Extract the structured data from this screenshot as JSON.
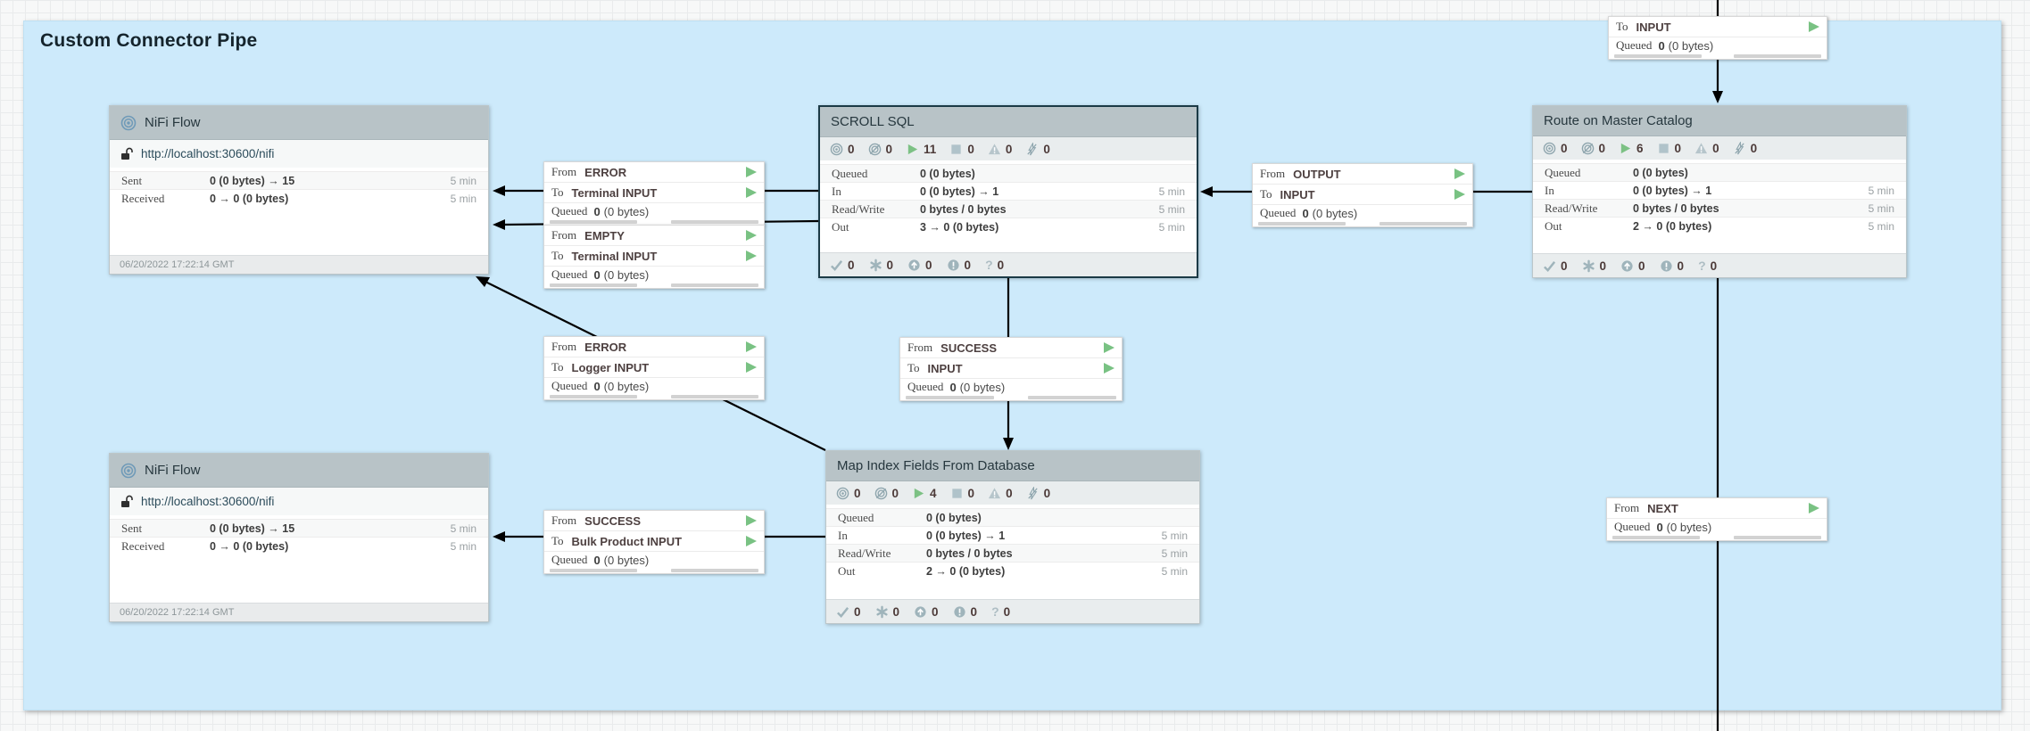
{
  "canvas_label": {
    "title": "Custom Connector Pipe"
  },
  "ui_text": {
    "from": "From",
    "to": "To",
    "queued": "Queued"
  },
  "icons": {
    "question_glyph": "?"
  },
  "colors": {
    "label_fill": "#cdeafb",
    "group_header": "#b8c3c7",
    "selected_border": "#1b3a46",
    "running_green": "#7cc184",
    "relationship_arrow_green": "#79c283",
    "wire_black": "#000000"
  },
  "remote_groups": [
    {
      "name": "NiFi Flow",
      "url": "http://localhost:30600/nifi",
      "stats": [
        {
          "label": "Sent",
          "value": "0 (0 bytes) → 15",
          "time": "5 min"
        },
        {
          "label": "Received",
          "value": "0 → 0 (0 bytes)",
          "time": "5 min"
        }
      ],
      "last_refreshed": "06/20/2022 17:22:14 GMT"
    },
    {
      "name": "NiFi Flow",
      "url": "http://localhost:30600/nifi",
      "stats": [
        {
          "label": "Sent",
          "value": "0 (0 bytes) → 15",
          "time": "5 min"
        },
        {
          "label": "Received",
          "value": "0 → 0 (0 bytes)",
          "time": "5 min"
        }
      ],
      "last_refreshed": "06/20/2022 17:22:14 GMT"
    }
  ],
  "process_groups": [
    {
      "name": "SCROLL SQL",
      "counts": {
        "transmitting": 0,
        "not_transmitting": 0,
        "running": 11,
        "stopped": 0,
        "invalid": 0,
        "disabled": 0
      },
      "stats": [
        {
          "label": "Queued",
          "value": "0 (0 bytes)",
          "time": ""
        },
        {
          "label": "In",
          "value": "0 (0 bytes) → 1",
          "time": "5 min"
        },
        {
          "label": "Read/Write",
          "value": "0 bytes / 0 bytes",
          "time": "5 min"
        },
        {
          "label": "Out",
          "value": "3 → 0 (0 bytes)",
          "time": "5 min"
        }
      ],
      "versioned": {
        "up_to_date": 0,
        "locally_modified": 0,
        "stale": 0,
        "locally_modified_stale": 0,
        "sync_failure": 0
      }
    },
    {
      "name": "Route on Master Catalog",
      "counts": {
        "transmitting": 0,
        "not_transmitting": 0,
        "running": 6,
        "stopped": 0,
        "invalid": 0,
        "disabled": 0
      },
      "stats": [
        {
          "label": "Queued",
          "value": "0 (0 bytes)",
          "time": ""
        },
        {
          "label": "In",
          "value": "0 (0 bytes) → 1",
          "time": "5 min"
        },
        {
          "label": "Read/Write",
          "value": "0 bytes / 0 bytes",
          "time": "5 min"
        },
        {
          "label": "Out",
          "value": "2 → 0 (0 bytes)",
          "time": "5 min"
        }
      ],
      "versioned": {
        "up_to_date": 0,
        "locally_modified": 0,
        "stale": 0,
        "locally_modified_stale": 0,
        "sync_failure": 0
      }
    },
    {
      "name": "Map Index Fields From Database",
      "counts": {
        "transmitting": 0,
        "not_transmitting": 0,
        "running": 4,
        "stopped": 0,
        "invalid": 0,
        "disabled": 0
      },
      "stats": [
        {
          "label": "Queued",
          "value": "0 (0 bytes)",
          "time": ""
        },
        {
          "label": "In",
          "value": "0 (0 bytes) → 1",
          "time": "5 min"
        },
        {
          "label": "Read/Write",
          "value": "0 bytes / 0 bytes",
          "time": "5 min"
        },
        {
          "label": "Out",
          "value": "2 → 0 (0 bytes)",
          "time": "5 min"
        }
      ],
      "versioned": {
        "up_to_date": 0,
        "locally_modified": 0,
        "stale": 0,
        "locally_modified_stale": 0,
        "sync_failure": 0
      }
    }
  ],
  "connections": [
    {
      "from": "ERROR",
      "to": "Terminal INPUT",
      "queued_count": "0",
      "queued_size": "(0 bytes)"
    },
    {
      "from": "EMPTY",
      "to": "Terminal INPUT",
      "queued_count": "0",
      "queued_size": "(0 bytes)"
    },
    {
      "from": "OUTPUT",
      "to": "INPUT",
      "queued_count": "0",
      "queued_size": "(0 bytes)"
    },
    {
      "from": "SUCCESS",
      "to": "INPUT",
      "queued_count": "0",
      "queued_size": "(0 bytes)"
    },
    {
      "from": "ERROR",
      "to": "Logger INPUT",
      "queued_count": "0",
      "queued_size": "(0 bytes)"
    },
    {
      "from": "SUCCESS",
      "to": "Bulk Product INPUT",
      "queued_count": "0",
      "queued_size": "(0 bytes)"
    },
    {
      "to": "INPUT",
      "queued_count": "0",
      "queued_size": "(0 bytes)"
    },
    {
      "from": "NEXT",
      "queued_count": "0",
      "queued_size": "(0 bytes)"
    }
  ]
}
